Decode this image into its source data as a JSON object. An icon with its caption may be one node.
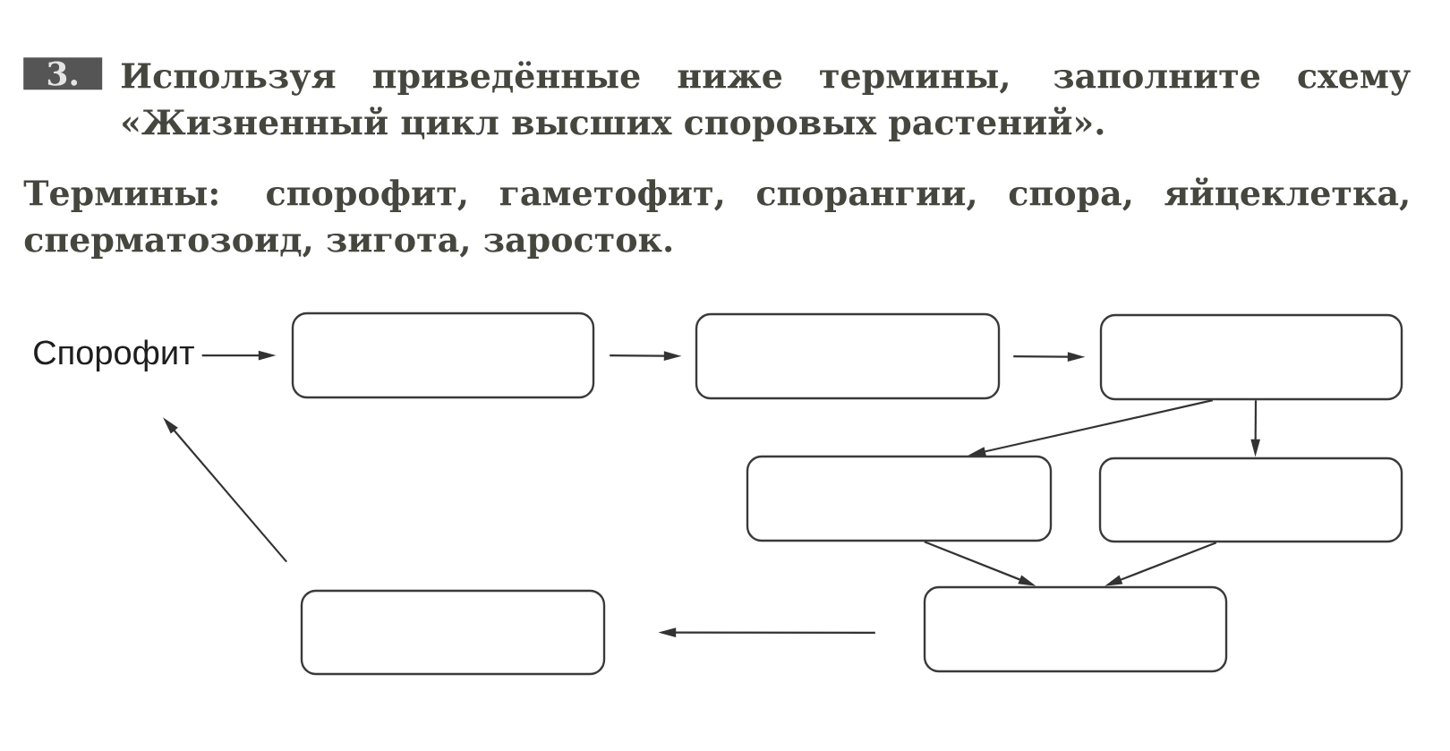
{
  "diagram": {
    "title": "Используя приведённые ниже термины, заполните схему «Жизненный цикл высших споровых растений».",
    "nodes": [
      {
        "text": [
          "Спорофит"
        ]
      },
      {
        "text": [],
        "shape": "box"
      },
      {
        "text": [],
        "shape": "box"
      },
      {
        "text": [],
        "shape": "box"
      },
      {
        "text": [],
        "shape": "box"
      },
      {
        "text": [],
        "shape": "box"
      },
      {
        "text": [],
        "shape": "box"
      },
      {
        "text": [],
        "shape": "box"
      }
    ],
    "edges": [
      {
        "from": 0,
        "to": 1,
        "arrow": "to"
      },
      {
        "from": 1,
        "to": 2,
        "arrow": "to"
      },
      {
        "from": 2,
        "to": 3,
        "arrow": "to"
      },
      {
        "from": 3,
        "to": 4,
        "arrow": "to"
      },
      {
        "from": 3,
        "to": 5,
        "arrow": "to"
      },
      {
        "from": 4,
        "to": 6,
        "arrow": "to"
      },
      {
        "from": 5,
        "to": 6,
        "arrow": "to"
      },
      {
        "from": 6,
        "to": 7,
        "arrow": "to"
      },
      {
        "from": 7,
        "to": 0,
        "arrow": "to"
      }
    ],
    "labels": [
      "3.",
      "Термины: спорофит, гаметофит, спорангии, спора, яйцеклетка, сперматозоид, зигота, заросток."
    ]
  }
}
